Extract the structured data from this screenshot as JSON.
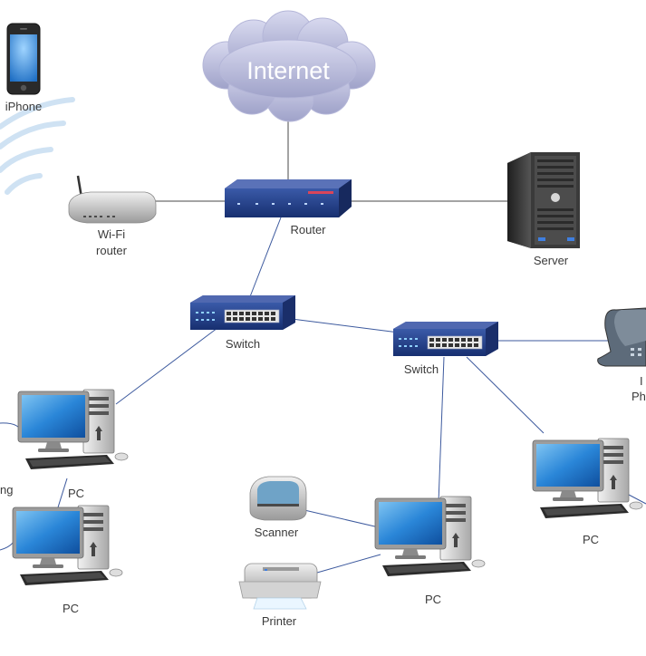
{
  "nodes": {
    "internet": {
      "label": "Internet"
    },
    "router": {
      "label": "Router"
    },
    "wifi_router": {
      "label_line1": "Wi-Fi",
      "label_line2": "router"
    },
    "server": {
      "label": "Server"
    },
    "iphone": {
      "label": "iPhone"
    },
    "switch_left": {
      "label": "Switch"
    },
    "switch_right": {
      "label": "Switch"
    },
    "ip_phone": {
      "label_line1": "I",
      "label_line2": "Ph"
    },
    "pc_left_top": {
      "label": "PC"
    },
    "pc_left_bottom": {
      "label": "PC"
    },
    "pc_center": {
      "label": "PC"
    },
    "pc_right": {
      "label": "PC"
    },
    "partial_left": {
      "label": "ng"
    },
    "scanner": {
      "label": "Scanner"
    },
    "printer": {
      "label": "Printer"
    }
  }
}
